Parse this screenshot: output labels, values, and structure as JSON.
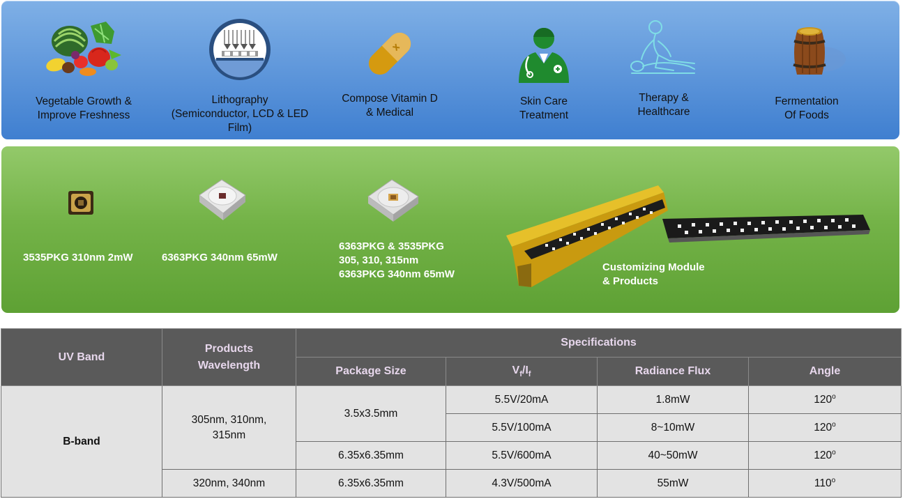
{
  "applications": [
    {
      "icon": "vegetables-icon",
      "label": "Vegetable Growth &\nImprove Freshness"
    },
    {
      "icon": "lithography-icon",
      "label": "Lithography\n(Semiconductor, LCD & LED\nFilm)"
    },
    {
      "icon": "capsule-icon",
      "label": "Compose Vitamin D\n& Medical"
    },
    {
      "icon": "doctor-icon",
      "label": "Skin Care\nTreatment"
    },
    {
      "icon": "massage-icon",
      "label": "Therapy &\nHealthcare"
    },
    {
      "icon": "barrel-icon",
      "label": "Fermentation\nOf Foods"
    }
  ],
  "products": [
    {
      "label": "3535PKG 310nm 2mW"
    },
    {
      "label": "6363PKG 340nm 65mW"
    },
    {
      "label": "6363PKG & 3535PKG\n305, 310, 315nm\n6363PKG 340nm 65mW"
    },
    {
      "label": "Customizing Module\n& Products"
    }
  ],
  "table": {
    "headers": {
      "uv_band": "UV Band",
      "products_wavelength": "Products\nWavelength",
      "specifications": "Specifications",
      "package_size": "Package Size",
      "vf": "V",
      "vf_sub": "f",
      "slash": "/",
      "if": "I",
      "if_sub": "f",
      "radiance_flux": "Radiance Flux",
      "angle": "Angle"
    },
    "band": "B-band",
    "groups": [
      {
        "wavelength": "305nm, 310nm,\n315nm"
      },
      {
        "wavelength": "320nm, 340nm"
      }
    ],
    "rows": [
      {
        "package": "3.5x3.5mm",
        "vf_if": "5.5V/20mA",
        "flux": "1.8mW",
        "angle": "120",
        "angle_unit": "o"
      },
      {
        "package": "",
        "vf_if": "5.5V/100mA",
        "flux": "8~10mW",
        "angle": "120",
        "angle_unit": "o"
      },
      {
        "package": "6.35x6.35mm",
        "vf_if": "5.5V/600mA",
        "flux": "40~50mW",
        "angle": "120",
        "angle_unit": "o"
      },
      {
        "package": "6.35x6.35mm",
        "vf_if": "4.3V/500mA",
        "flux": "55mW",
        "angle": "110",
        "angle_unit": "o"
      }
    ]
  },
  "colors": {
    "apps_panel": "#5f97db",
    "products_panel": "#74b348",
    "table_header": "#5a5a5a",
    "table_header_text": "#e7d7ec",
    "table_cell": "#e3e3e3"
  }
}
